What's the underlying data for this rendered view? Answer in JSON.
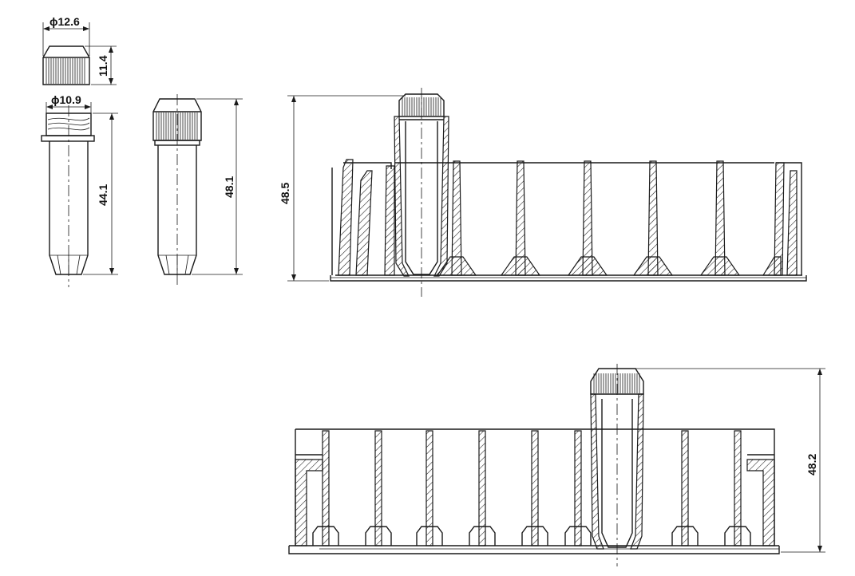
{
  "dimensions": {
    "cap_diameter": "ϕ12.6",
    "cap_height": "11.4",
    "thread_diameter": "ϕ10.9",
    "tube_length": "44.1",
    "tube_with_cap_length": "48.1",
    "rack_side_height": "48.5",
    "rack_front_height": "48.2"
  },
  "colors": {
    "line": "#1a1a1a",
    "background": "#ffffff"
  }
}
